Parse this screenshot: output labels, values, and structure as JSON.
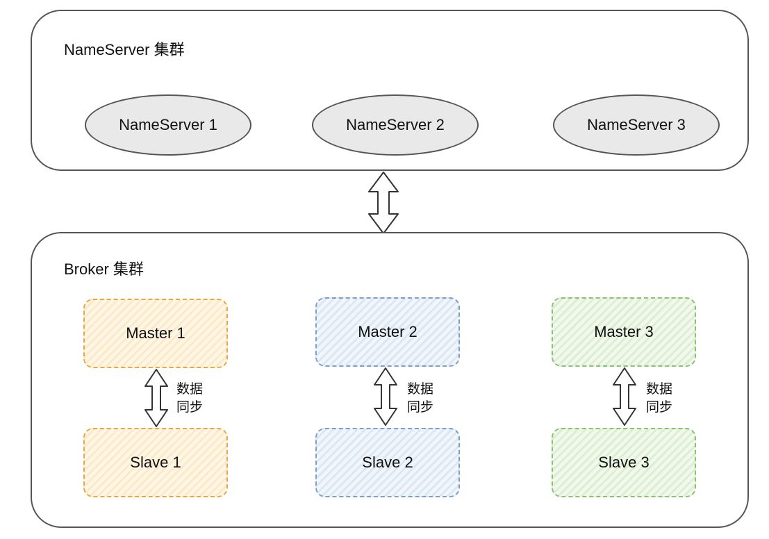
{
  "nameserver_cluster": {
    "title": "NameServer 集群",
    "nodes": [
      "NameServer 1",
      "NameServer 2",
      "NameServer 3"
    ]
  },
  "broker_cluster": {
    "title": "Broker 集群",
    "groups": [
      {
        "master": "Master 1",
        "slave": "Slave 1",
        "sync_line1": "数据",
        "sync_line2": "同步",
        "color": "#e2a94a"
      },
      {
        "master": "Master 2",
        "slave": "Slave 2",
        "sync_line1": "数据",
        "sync_line2": "同步",
        "color": "#7ea0c8"
      },
      {
        "master": "Master 3",
        "slave": "Slave 3",
        "sync_line1": "数据",
        "sync_line2": "同步",
        "color": "#8cc073"
      }
    ]
  },
  "icons": {
    "cluster_link": "double-arrow-icon",
    "sync": "double-arrow-icon"
  }
}
